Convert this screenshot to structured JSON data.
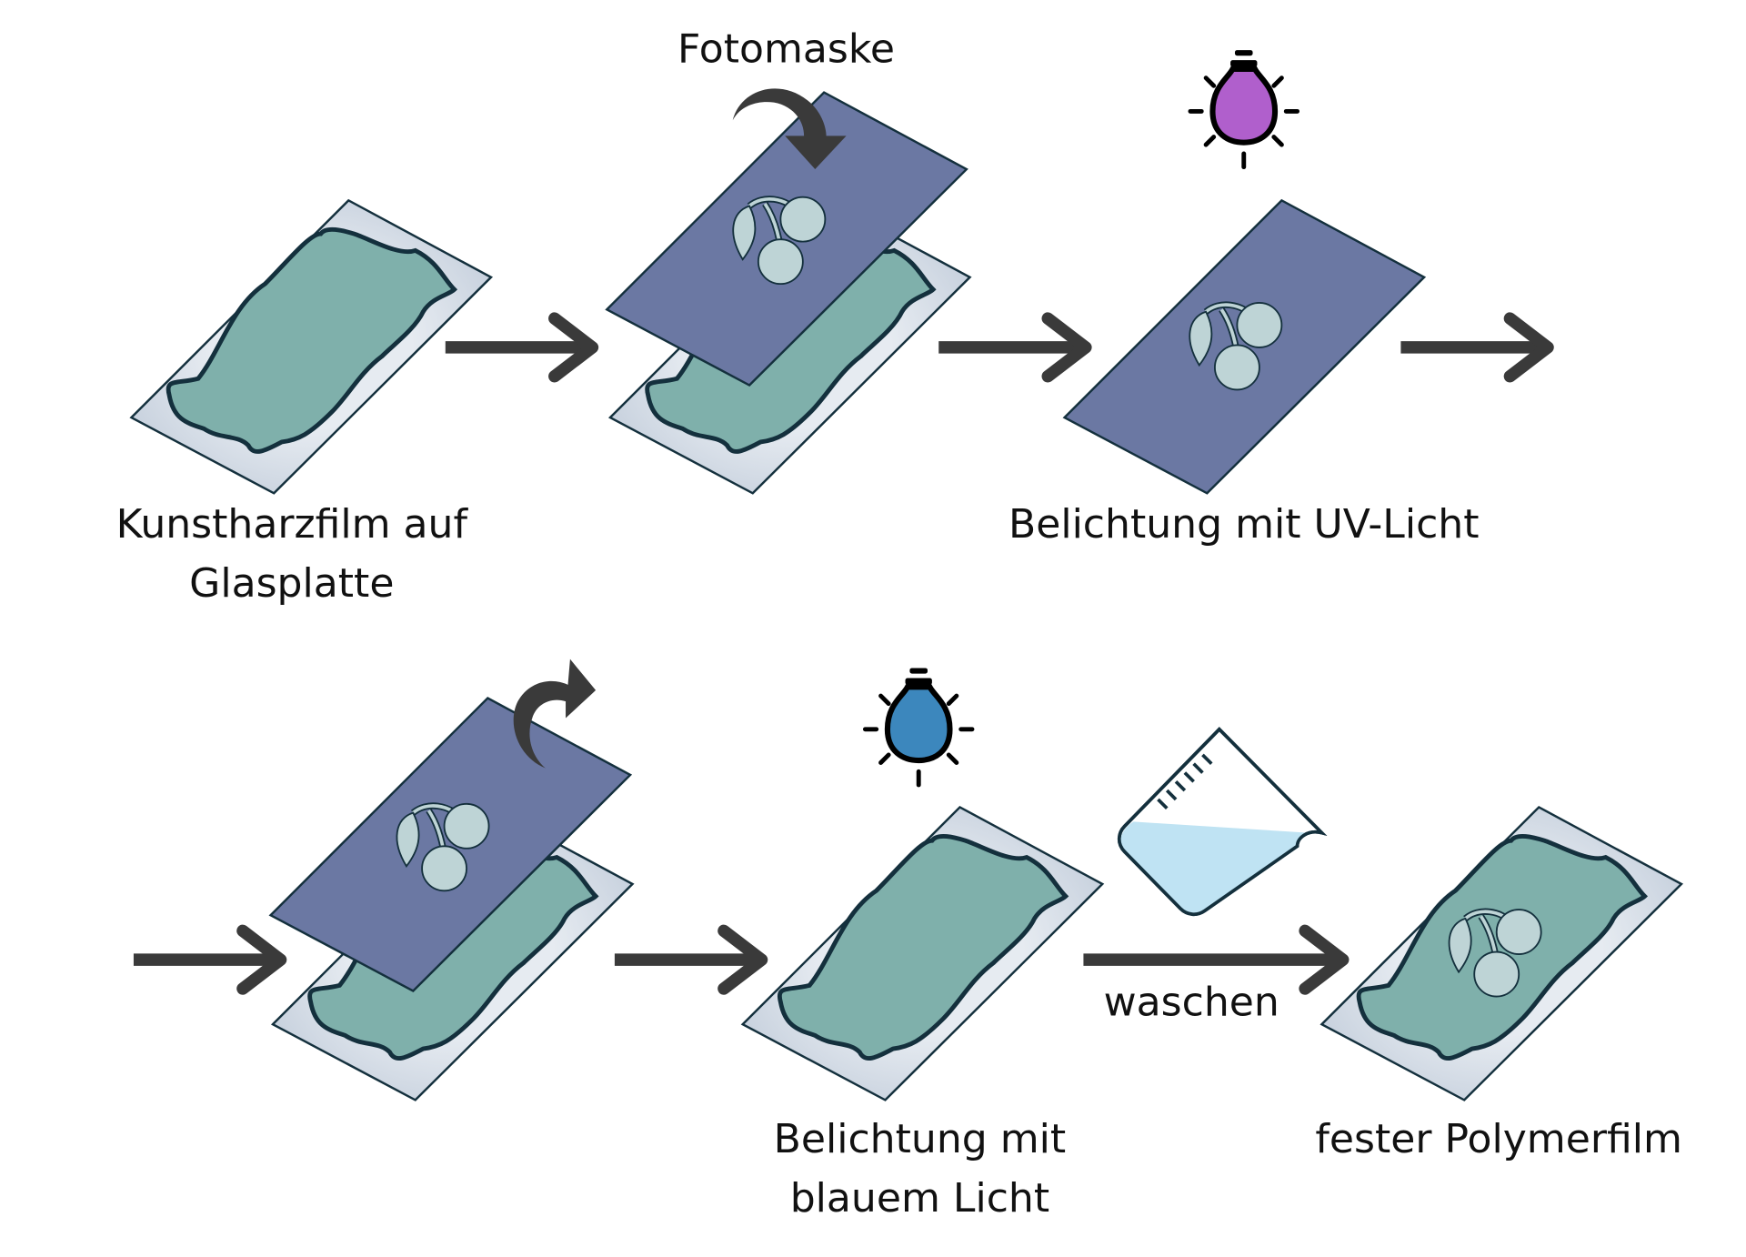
{
  "labels": {
    "photomask": "Fotomaske",
    "resin_film_line1": "Kunstharzfilm auf",
    "resin_film_line2": "Glasplatte",
    "uv_exposure": "Belichtung mit UV-Licht",
    "blue_exposure_line1": "Belichtung mit",
    "blue_exposure_line2": "blauem Licht",
    "wash": "waschen",
    "solid_film": "fester Polymerfilm"
  },
  "colors": {
    "glass": "#d3dbe4",
    "resin": "#7fb0ab",
    "mask": "#6b78a3",
    "outline": "#14303d",
    "arrow": "#3a3a3a",
    "uv_bulb": "#b05fcc",
    "blue_bulb": "#3c87bd",
    "water": "#bfe3f3",
    "cherry": "#bed4d6"
  }
}
